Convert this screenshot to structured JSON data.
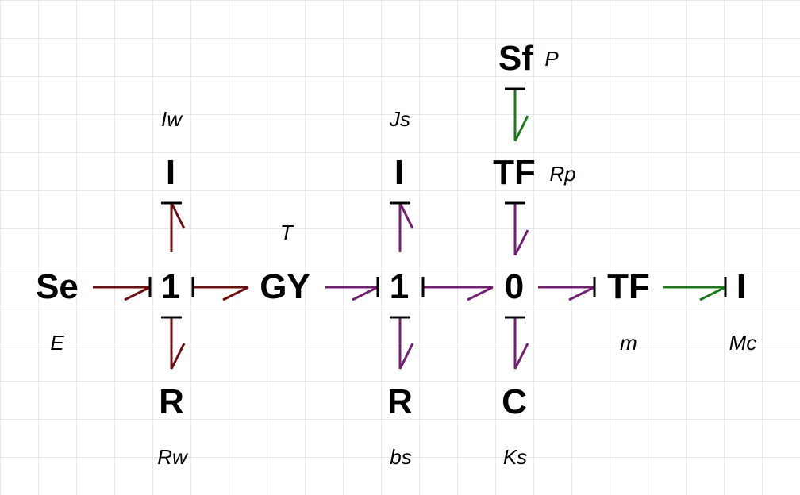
{
  "colors": {
    "mechanical_left": "#6e0f0f",
    "electrical_mid": "#731f73",
    "mechanical_right": "#1c7a1c",
    "grid": "#e1e9f1"
  },
  "nodes": {
    "se": "Se",
    "one_left": "1",
    "gy": "GY",
    "one_mid": "1",
    "zero": "0",
    "tf_right": "TF",
    "i_right": "I",
    "i_top_left": "I",
    "r_bottom_left": "R",
    "i_top_mid": "I",
    "r_bottom_mid": "R",
    "tf_top": "TF",
    "sf_top": "Sf",
    "c_bottom": "C"
  },
  "params": {
    "E": "E",
    "Iw": "Iw",
    "Rw": "Rw",
    "T": "T",
    "Js": "Js",
    "bs": "bs",
    "Rp": "Rp",
    "P": "P",
    "Ks": "Ks",
    "m": "m",
    "Mc": "Mc"
  }
}
